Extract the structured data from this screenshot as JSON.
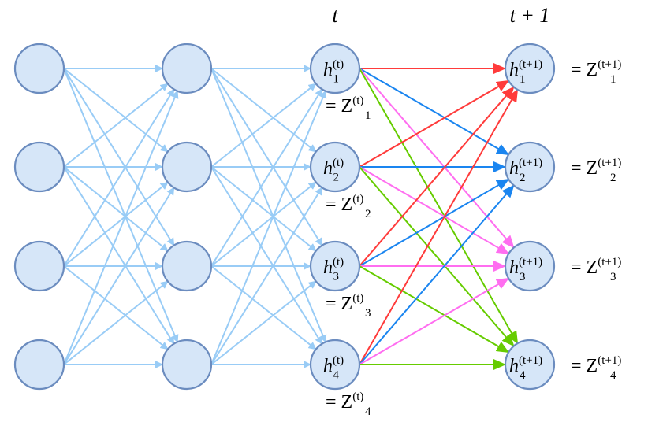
{
  "diagram": {
    "time_labels": {
      "t": "t",
      "t_plus_1": "t + 1"
    },
    "layers": 4,
    "nodes_per_layer": 4,
    "edge_color_hidden": "#99ccf6",
    "node_fill": "#d6e6f8",
    "node_stroke": "#6b8cbf",
    "output_edge_colors": [
      "#ff3b3b",
      "#1a85f0",
      "#ff6ef0",
      "#66cc00"
    ],
    "hidden_t": [
      {
        "var": "h",
        "sub": "1",
        "sup": "(t)",
        "eq_label": "= Z",
        "eq_sub": "1",
        "eq_sup": "(t)"
      },
      {
        "var": "h",
        "sub": "2",
        "sup": "(t)",
        "eq_label": "= Z",
        "eq_sub": "2",
        "eq_sup": "(t)"
      },
      {
        "var": "h",
        "sub": "3",
        "sup": "(t)",
        "eq_label": "= Z",
        "eq_sub": "3",
        "eq_sup": "(t)"
      },
      {
        "var": "h",
        "sub": "4",
        "sup": "(t)",
        "eq_label": "= Z",
        "eq_sub": "4",
        "eq_sup": "(t)"
      }
    ],
    "hidden_t1": [
      {
        "var": "h",
        "sub": "1",
        "sup": "(t+1)",
        "eq_label": "= Z",
        "eq_sub": "1",
        "eq_sup": "(t+1)"
      },
      {
        "var": "h",
        "sub": "2",
        "sup": "(t+1)",
        "eq_label": "= Z",
        "eq_sub": "2",
        "eq_sup": "(t+1)"
      },
      {
        "var": "h",
        "sub": "3",
        "sup": "(t+1)",
        "eq_label": "= Z",
        "eq_sub": "3",
        "eq_sup": "(t+1)"
      },
      {
        "var": "h",
        "sub": "4",
        "sup": "(t+1)",
        "eq_label": "= Z",
        "eq_sub": "4",
        "eq_sup": "(t+1)"
      }
    ]
  }
}
